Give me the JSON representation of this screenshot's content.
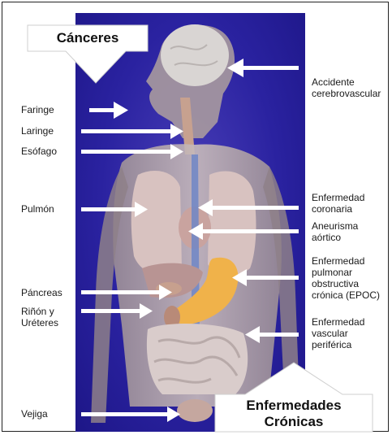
{
  "colors": {
    "panel": "#2a22a0",
    "arrow": "#ffffff",
    "stomach": "#f0b24a",
    "body": "#b8a7a8"
  },
  "badges": {
    "top": "Cánceres",
    "bottom_line1": "Enfermedades",
    "bottom_line2": "Crónicas"
  },
  "left_labels": {
    "faringe": "Faringe",
    "laringe": "Laringe",
    "esofago": "Esófago",
    "pulmon": "Pulmón",
    "pancreas": "Páncreas",
    "rinon": "Riñón y\nUréteres",
    "vejiga": "Vejiga"
  },
  "right_labels": {
    "accidente": "Accidente\ncerebrovascular",
    "coronaria": "Enfermedad\ncoronaria",
    "aneurisma": "Aneurisma\naórtico",
    "epoc": "Enfermedad\npulmonar\nobstructiva\ncrónica (EPOC)",
    "vascular": "Enfermedad\nvascular\nperiférica"
  }
}
